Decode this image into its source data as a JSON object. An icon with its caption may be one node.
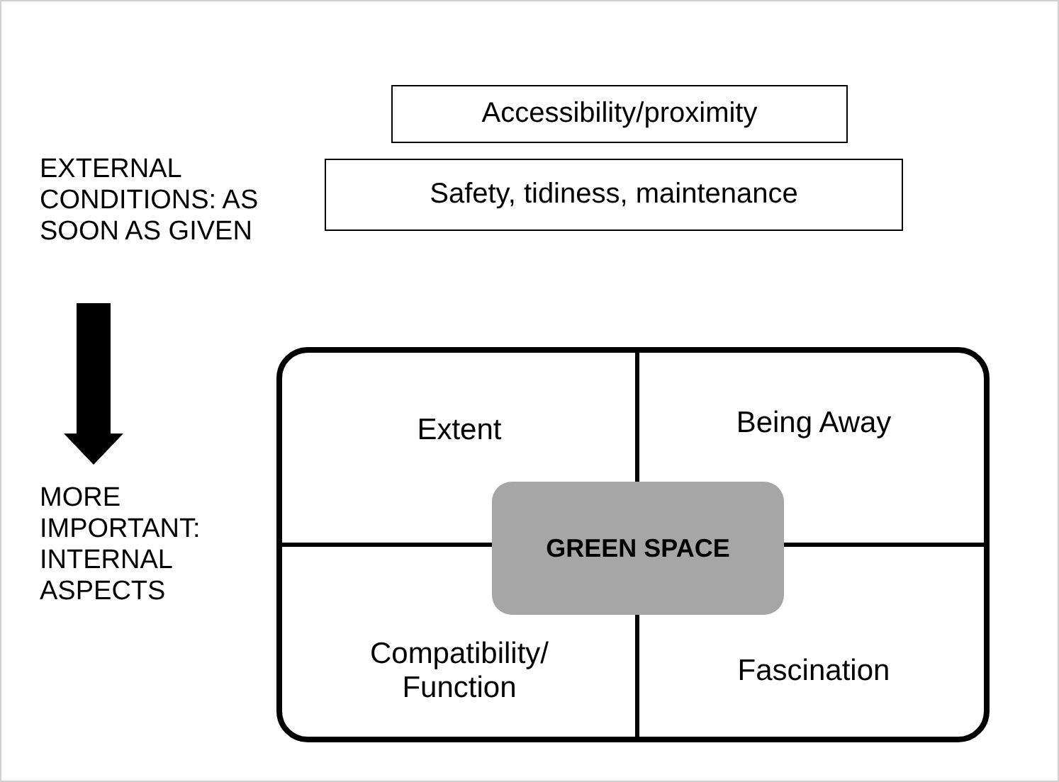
{
  "diagram": {
    "nodes": [
      {
        "text": [
          "EXTERNAL CONDITIONS: AS SOON AS GIVEN"
        ]
      },
      {
        "text": [
          "Accessibility/proximity"
        ]
      },
      {
        "text": [
          "Safety, tidiness, maintenance"
        ]
      },
      {
        "text": [
          "MORE IMPORTANT: INTERNAL ASPECTS"
        ]
      },
      {
        "text": [],
        "shape": "box"
      },
      {
        "text": [
          "Extent"
        ],
        "in": 4
      },
      {
        "text": [
          "Being Away"
        ],
        "in": 4
      },
      {
        "text": [
          "GREEN SPACE"
        ],
        "in": 4
      },
      {
        "text": [
          "Compatibility/ Function"
        ],
        "in": 4
      },
      {
        "text": [
          "Fascination"
        ],
        "in": 4
      }
    ],
    "edges": [
      {
        "from": 0,
        "to": 3,
        "arrow": "to"
      }
    ]
  }
}
